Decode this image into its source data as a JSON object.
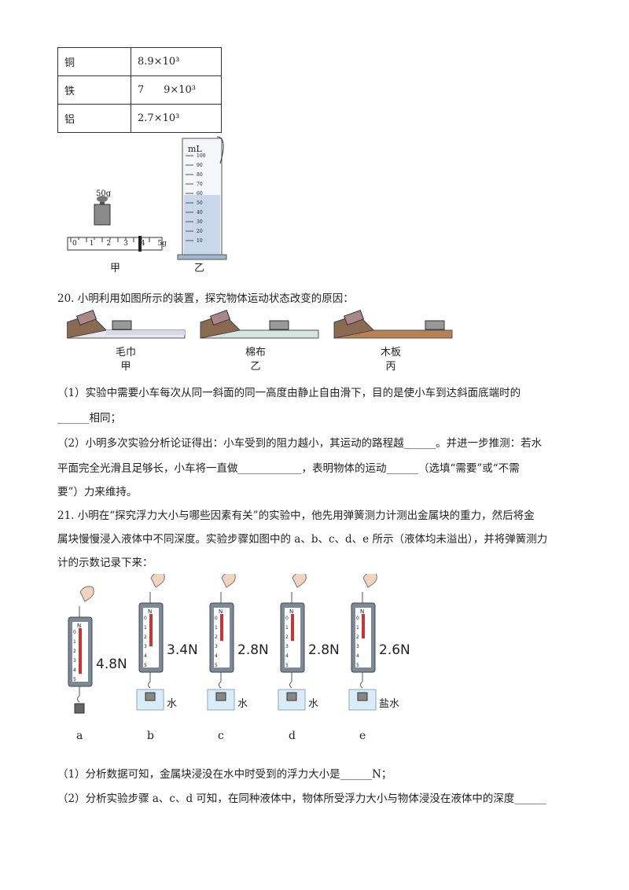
{
  "density_table": [
    {
      "metal": "铜",
      "value": "8.9×10³"
    },
    {
      "metal": "铁",
      "value": "7      9×10³"
    },
    {
      "metal": "铝",
      "value": "2.7×10³"
    }
  ],
  "fig19": {
    "weight_label": "50g",
    "ruler_ticks": [
      "0",
      "1",
      "2",
      "3",
      "4",
      "5g"
    ],
    "cylinder_unit": "mL",
    "cylinder_ticks": [
      "100",
      "90",
      "80",
      "70",
      "60",
      "50",
      "40",
      "30",
      "20",
      "10"
    ],
    "label_jia": "甲",
    "label_yi": "乙"
  },
  "q20": {
    "stem": "20. 小明利用如图所示的装置，探究物体运动状态改变的原因：",
    "surfaces": [
      {
        "name": "毛巾",
        "tag": "甲"
      },
      {
        "name": "棉布",
        "tag": "乙"
      },
      {
        "name": "木板",
        "tag": "丙"
      }
    ],
    "p1_line1": "（1）实验中需要小车每次从同一斜面的同一高度由静止自由滑下，目的是使小车到达斜面底端时的",
    "p1_line2": "______相同；",
    "p2_line1": "（2）小明多次实验分析论证得出：小车受到的阻力越小，其运动的路程越______。并进一步推测：若水",
    "p2_line2": "平面完全光滑且足够长，小车将一直做____________，表明物体的运动______（选填“需要”或“不需",
    "p2_line3": "要”）力来维持。"
  },
  "q21": {
    "stem1": "21. 小明在“探究浮力大小与哪些因素有关”的实验中，他先用弹簧测力计测出金属块的重力，然后将金",
    "stem2": "属块慢慢浸入液体中不同深度。实验步骤如图中的 a、b、c、d、e 所示（液体均未溢出），并将弹簧测力",
    "stem3": "计的示数记录下来：",
    "scale_unit": "N",
    "scale_ticks": [
      "0",
      "1",
      "2",
      "3",
      "4",
      "5"
    ],
    "steps": [
      {
        "tag": "a",
        "reading": "4.8N",
        "liquid": "",
        "fill": 0.96
      },
      {
        "tag": "b",
        "reading": "3.4N",
        "liquid": "水",
        "fill": 0.68
      },
      {
        "tag": "c",
        "reading": "2.8N",
        "liquid": "水",
        "fill": 0.56
      },
      {
        "tag": "d",
        "reading": "2.8N",
        "liquid": "水",
        "fill": 0.56
      },
      {
        "tag": "e",
        "reading": "2.6N",
        "liquid": "盐水",
        "fill": 0.52
      }
    ],
    "s1": "（1）分析数据可知，金属块浸没在水中时受到的浮力大小是______N；",
    "s2": "（2）分析实验步骤 a、c、d 可知，在同种液体中，物体所受浮力大小与物体浸没在液体中的深度______"
  }
}
